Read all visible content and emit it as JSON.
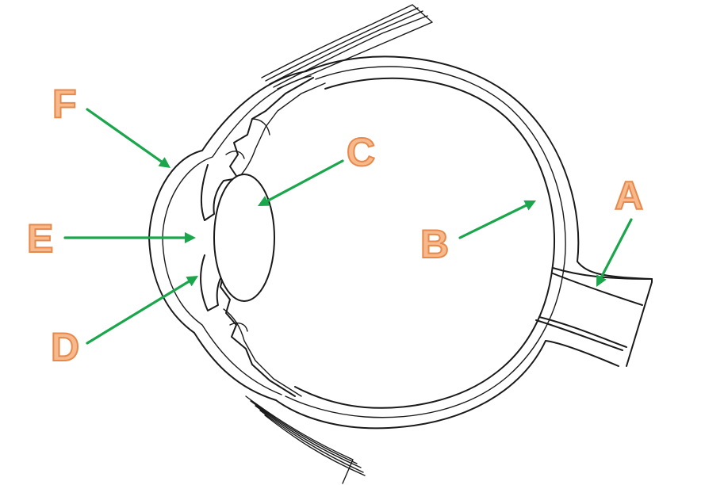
{
  "labels": {
    "a": "A",
    "b": "B",
    "c": "C",
    "d": "D",
    "e": "E",
    "f": "F"
  },
  "colors": {
    "arrow": "#1aa64b",
    "label_fill": "#f6b98c",
    "label_outline": "#e8894c",
    "line": "#1a1a1a"
  }
}
